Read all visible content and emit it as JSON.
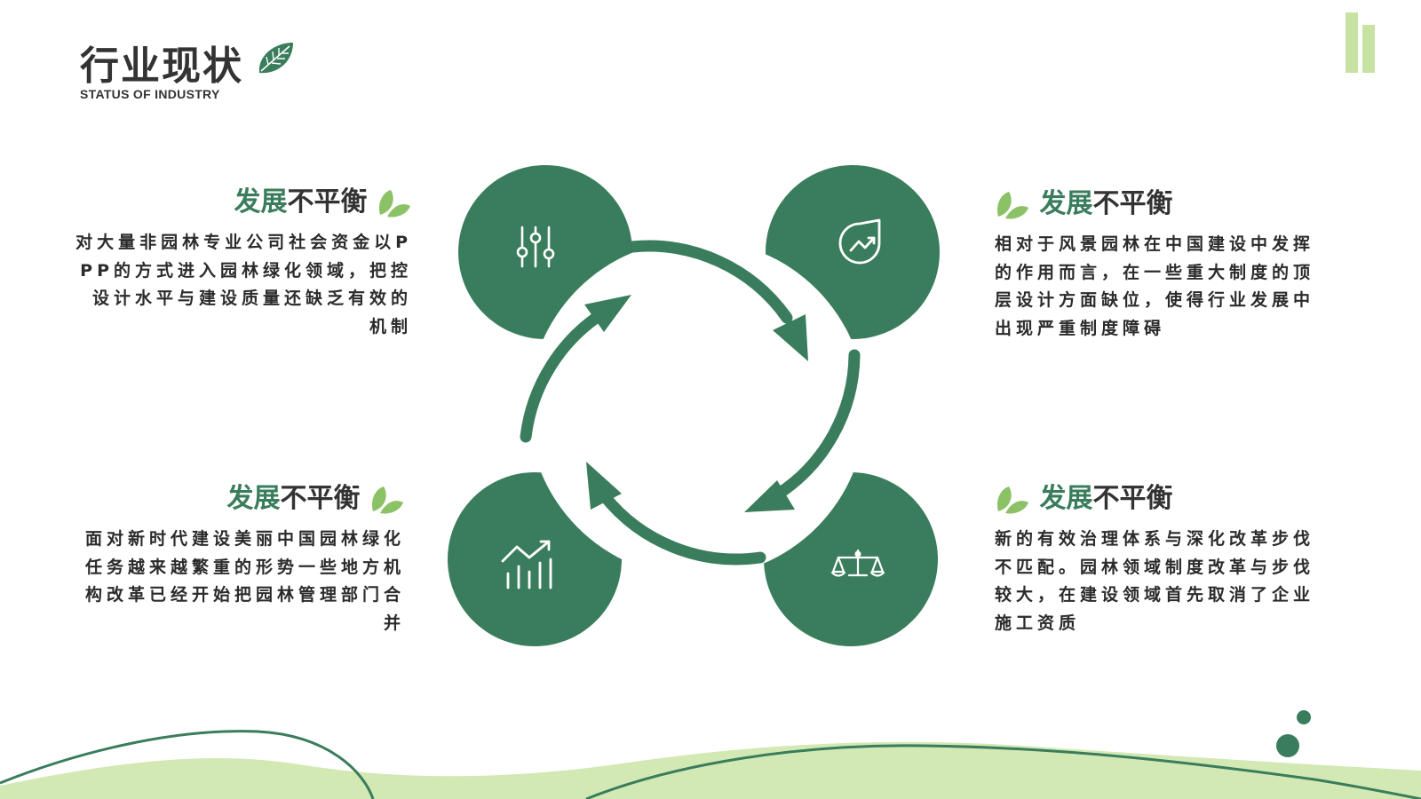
{
  "header": {
    "title": "行业现状",
    "subtitle": "STATUS OF INDUSTRY"
  },
  "colors": {
    "primary_green": "#3a7d5c",
    "light_green": "#c7e3a4",
    "leaf_green": "#8bc265",
    "text_dark": "#2b2b2b"
  },
  "blocks": [
    {
      "position": "top-left",
      "heading_green": "发展",
      "heading_dark": "不平衡",
      "body": "对大量非园林专业公司社会资金以PPP的方式进入园林绿化领域，把控设计水平与建设质量还缺乏有效的机制",
      "icon": "sliders-icon"
    },
    {
      "position": "top-right",
      "heading_green": "发展",
      "heading_dark": "不平衡",
      "body": "相对于风景园林在中国建设中发挥的作用而言，在一些重大制度的顶层设计方面缺位，使得行业发展中出现严重制度障碍",
      "icon": "water-drop-chart-icon"
    },
    {
      "position": "bottom-left",
      "heading_green": "发展",
      "heading_dark": "不平衡",
      "body": "面对新时代建设美丽中国园林绿化任务越来越繁重的形势一些地方机构改革已经开始把园林管理部门合并",
      "icon": "bar-chart-trend-icon"
    },
    {
      "position": "bottom-right",
      "heading_green": "发展",
      "heading_dark": "不平衡",
      "body": "新的有效治理体系与深化改革步伐不匹配。园林领域制度改革与步伐较大，在建设领域首先取消了企业施工资质",
      "icon": "balance-scale-icon"
    }
  ]
}
